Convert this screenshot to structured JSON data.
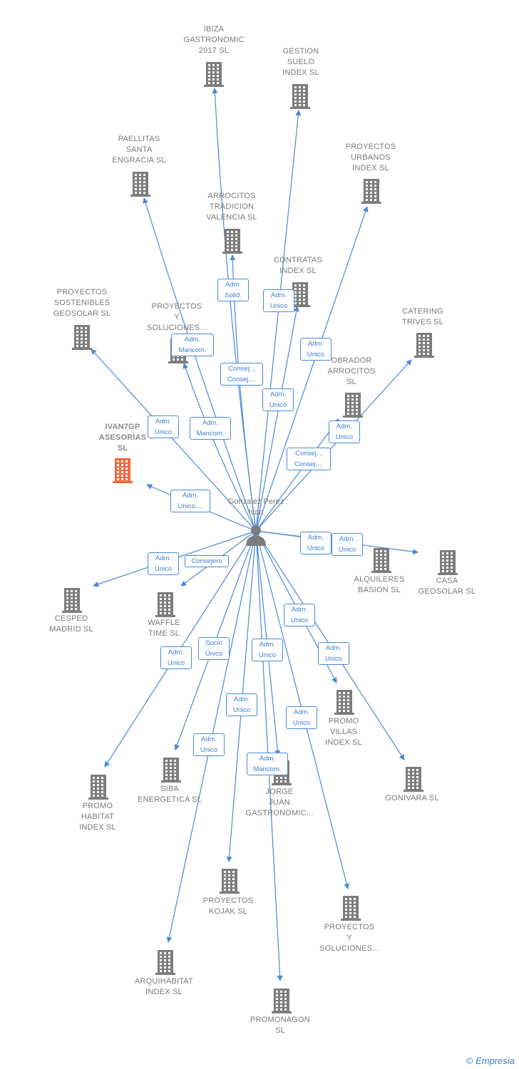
{
  "center": {
    "name": "Gonzalez\nPerez Ivan"
  },
  "colors": {
    "edge": "#4a8ad6",
    "node": "#7d7d7d",
    "focus": "#f06a3c",
    "box_text": "#3b7fd0"
  },
  "nodes": [
    {
      "id": "n1",
      "label": "IBIZA\nGASTRONOMIC\n2017  SL",
      "icon": "building-icon"
    },
    {
      "id": "n2",
      "label": "GESTION\nSUELO\nINDEX  SL",
      "icon": "building-icon"
    },
    {
      "id": "n3",
      "label": "PAELLITAS\nSANTA\nENGRACIA  SL",
      "icon": "building-icon"
    },
    {
      "id": "n4",
      "label": "PROYECTOS\nURBANOS\nINDEX  SL",
      "icon": "building-icon"
    },
    {
      "id": "n5",
      "label": "ARROCITOS\nTRADICION\nVALENCIA  SL",
      "icon": "building-icon"
    },
    {
      "id": "n6",
      "label": "CONTRATAS\nINDEX  SL",
      "icon": "building-icon"
    },
    {
      "id": "n7",
      "label": "PROYECTOS\nSOSTENIBLES\nGEOSOLAR  SL",
      "icon": "building-icon"
    },
    {
      "id": "n8",
      "label": "PROYECTOS\nY\nSOLUCIONES...",
      "icon": "building-icon"
    },
    {
      "id": "n9",
      "label": "CATERING\nTRIVES  SL",
      "icon": "building-icon"
    },
    {
      "id": "n10",
      "label": "OBRADOR\nARROCITOS\nSL",
      "icon": "building-icon"
    },
    {
      "id": "n11",
      "label": "IVAN7GP\nASESORIAS\nSL",
      "icon": "building-icon",
      "focus": true
    },
    {
      "id": "n12",
      "label": "ALQUILERES\nBASION  SL",
      "icon": "building-icon"
    },
    {
      "id": "n13",
      "label": "CASA\nGEOSOLAR  SL",
      "icon": "building-icon"
    },
    {
      "id": "n14",
      "label": "CESPED\nMADRID SL",
      "icon": "building-icon"
    },
    {
      "id": "n15",
      "label": "WAFFLE\nTIME  SL",
      "icon": "building-icon"
    },
    {
      "id": "n16",
      "label": "PROMO\nVILLAS\nINDEX  SL",
      "icon": "building-icon"
    },
    {
      "id": "n17",
      "label": "GONIVARA  SL",
      "icon": "building-icon"
    },
    {
      "id": "n18",
      "label": "PROMO\nHABITAT\nINDEX  SL",
      "icon": "building-icon"
    },
    {
      "id": "n19",
      "label": "SIBA\nENERGETICA SL",
      "icon": "building-icon"
    },
    {
      "id": "n20",
      "label": "JORGE\nJUAN\nGASTRONOMIC...",
      "icon": "building-icon"
    },
    {
      "id": "n21",
      "label": "PROYECTOS\nKOJAK  SL",
      "icon": "building-icon"
    },
    {
      "id": "n22",
      "label": "PROYECTOS\nY\nSOLUCIONES...",
      "icon": "building-icon"
    },
    {
      "id": "n23",
      "label": "ARQUIHABITAT\nINDEX  SL",
      "icon": "building-icon"
    },
    {
      "id": "n24",
      "label": "PROMONAGON\nSL",
      "icon": "building-icon"
    }
  ],
  "edges": [
    {
      "to": "n1",
      "role": "Consej. ,\nConsej...."
    },
    {
      "to": "n2",
      "role": "Adm.\nUnico"
    },
    {
      "to": "n3",
      "role": "Adm.\nMancom."
    },
    {
      "to": "n4",
      "role": "Adm.\nUnico"
    },
    {
      "to": "n5",
      "role": "Adm.\nSolid."
    },
    {
      "to": "n6",
      "role": "Adm.\nUnico"
    },
    {
      "to": "n7",
      "role": "Adm.\nUnico"
    },
    {
      "to": "n8",
      "role": "Adm.\nMancom."
    },
    {
      "to": "n9",
      "role": "Adm.\nUnico"
    },
    {
      "to": "n10",
      "role": "Consej. ,\nConsej...."
    },
    {
      "to": "n11",
      "role": "Adm.\nUnico,..."
    },
    {
      "to": "n12",
      "role": "Adm.\nUnico"
    },
    {
      "to": "n13",
      "role": "Adm.\nUnico"
    },
    {
      "to": "n14",
      "role": "Adm.\nUnico"
    },
    {
      "to": "n15",
      "role": "Consejero"
    },
    {
      "to": "n16",
      "role": "Adm.\nUnico"
    },
    {
      "to": "n17",
      "role": "Adm.\nUnico"
    },
    {
      "to": "n18",
      "role": "Adm.\nUnico"
    },
    {
      "to": "n19",
      "role": "Socio\nÚnico"
    },
    {
      "to": "n20",
      "role": "Adm.\nUnico"
    },
    {
      "to": "n21",
      "role": "Adm.\nUnico"
    },
    {
      "to": "n22",
      "role": "Adm.\nUnico"
    },
    {
      "to": "n23",
      "role": "Adm.\nUnico"
    },
    {
      "to": "n24",
      "role": "Adm.\nMancom."
    }
  ],
  "footer": {
    "copyright": "©",
    "brand": "Empresia"
  }
}
